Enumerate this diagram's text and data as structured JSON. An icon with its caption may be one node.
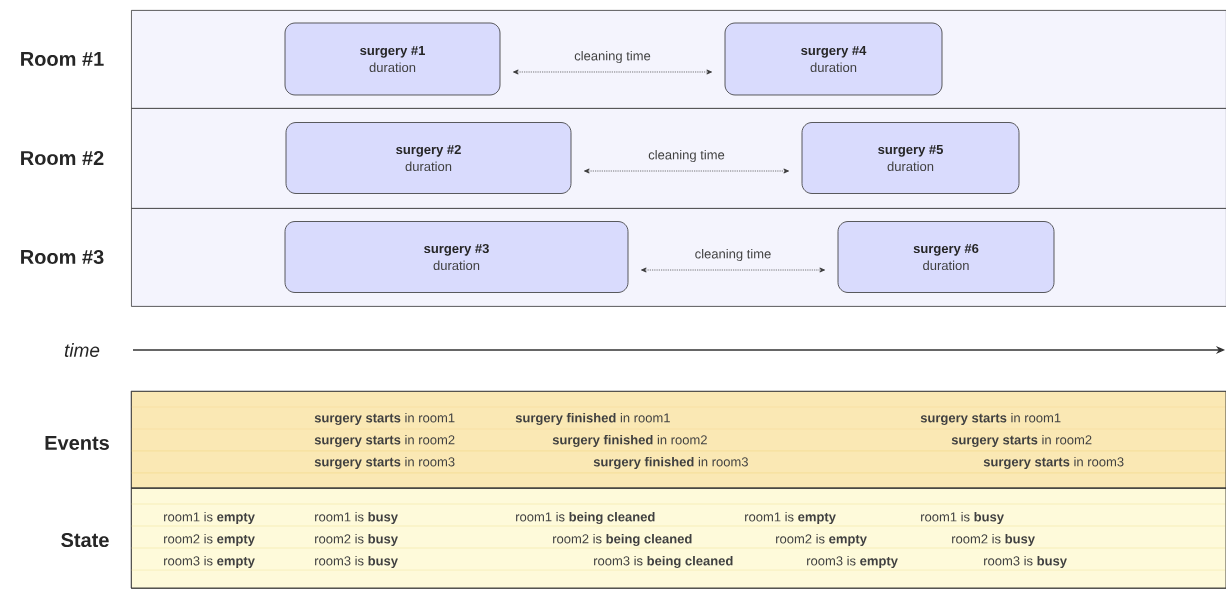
{
  "diagram": {
    "nodes": [
      {
        "text": [
          "Room #1"
        ]
      },
      {
        "text": [
          "surgery #1",
          "duration"
        ],
        "in": 0
      },
      {
        "text": [
          "surgery #4",
          "duration"
        ],
        "in": 0
      },
      {
        "text": [
          "Room #2"
        ]
      },
      {
        "text": [
          "surgery #2",
          "duration"
        ],
        "in": 3
      },
      {
        "text": [
          "surgery #5",
          "duration"
        ],
        "in": 3
      },
      {
        "text": [
          "Room #3"
        ]
      },
      {
        "text": [
          "surgery #3",
          "duration"
        ],
        "in": 6
      },
      {
        "text": [
          "surgery #6",
          "duration"
        ],
        "in": 6
      },
      {
        "text": [
          "Events"
        ]
      },
      {
        "text": [
          "State"
        ]
      }
    ],
    "edges": [
      {
        "from": 1,
        "to": 2,
        "arrow": "both",
        "label": "cleaning time",
        "style": "dashed"
      },
      {
        "from": 4,
        "to": 5,
        "arrow": "both",
        "label": "cleaning time",
        "style": "dashed"
      },
      {
        "from": 7,
        "to": 8,
        "arrow": "both",
        "label": "cleaning time",
        "style": "dashed"
      }
    ],
    "labels": [
      "time",
      "**surgery starts** in room1",
      "**surgery finished** in room1",
      "**surgery starts** in room1",
      "**surgery starts** in room2",
      "**surgery finished** in room2",
      "**surgery starts** in room2",
      "**surgery starts** in room3",
      "**surgery finished** in room3",
      "**surgery starts** in room3",
      "room1 is **empty**",
      "room1 is **busy**",
      "room1 is **being cleaned**",
      "room1 is **empty**",
      "room1 is **busy**",
      "room2 is **empty**",
      "room2 is **busy**",
      "room2 is **being cleaned**",
      "room2 is **empty**",
      "room2 is **busy**",
      "room3 is **empty**",
      "room3 is **busy**",
      "room3 is **being cleaned**",
      "room3 is **empty**",
      "room3 is **busy**"
    ]
  }
}
